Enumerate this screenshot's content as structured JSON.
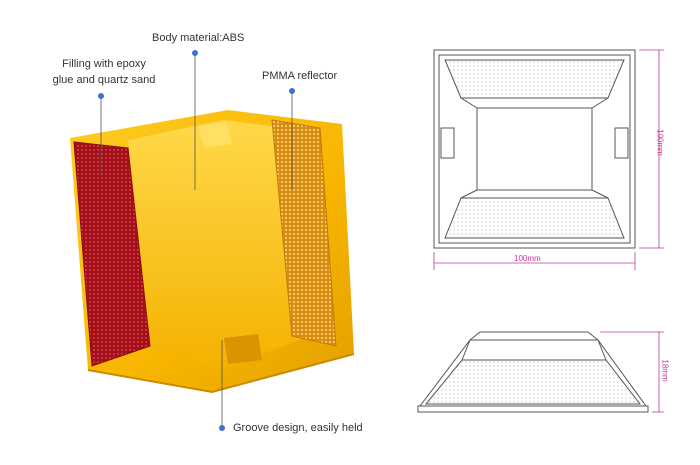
{
  "callouts": {
    "filling_line1": "Filling with epoxy",
    "filling_line2": "glue and quartz sand",
    "body_material": "Body material:ABS",
    "reflector": "PMMA reflector",
    "groove": "Groove design, easily held"
  },
  "dimensions": {
    "width": "100mm",
    "height": "100mm",
    "depth": "18mm"
  },
  "colors": {
    "body_yellow": "#f7b500",
    "red_reflector": "#b5121b",
    "amber_reflector": "#e6a21e",
    "dimension_line": "#c2379a",
    "callout_dot": "#3d6fd6"
  }
}
